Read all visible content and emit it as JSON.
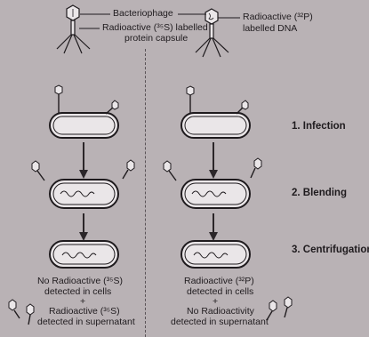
{
  "labels": {
    "bacteriophage": "Bacteriophage",
    "radioactive_s_line1": "Radioactive (³⁵S) labelled",
    "radioactive_s_line2": "protein capsule",
    "radioactive_p_line1": "Radioactive (³²P)",
    "radioactive_p_line2": "labelled DNA"
  },
  "steps": [
    {
      "number": "1.",
      "name": "Infection"
    },
    {
      "number": "2.",
      "name": "Blending"
    },
    {
      "number": "3.",
      "name": "Centrifugation"
    }
  ],
  "results": {
    "left": {
      "line1": "No Radioactive (³⁵S)",
      "line2": "detected in cells",
      "plus": "+",
      "line3": "Radioactive (³⁵S)",
      "line4": "detected in supernatant"
    },
    "right": {
      "line1": "Radioactive (³²P)",
      "line2": "detected in cells",
      "plus": "+",
      "line3": "No Radioactivity",
      "line4": "detected in supernatant"
    }
  },
  "colors": {
    "background": "#b9b2b5",
    "cell_fill": "#eae6e8",
    "ink": "#1f1b1e"
  }
}
